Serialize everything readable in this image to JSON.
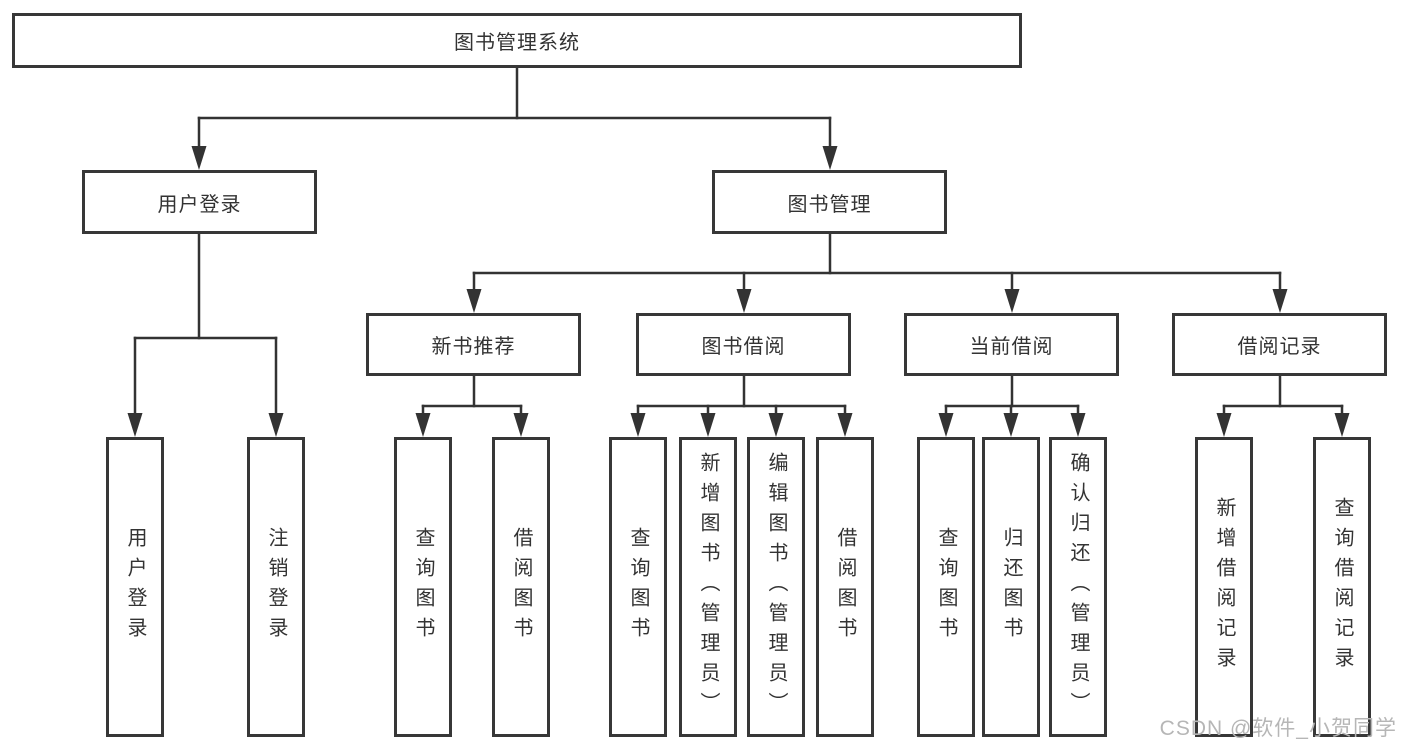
{
  "colors": {
    "background": "#ffffff",
    "box_fill": "#ffffff",
    "box_border": "#373737",
    "connector_line": "#333333",
    "text": "#333333",
    "watermark_text": "#b6b6b6"
  },
  "watermark": "CSDN @软件_小贺同学",
  "tree": {
    "root": {
      "label": "图书管理系统"
    },
    "children": [
      {
        "label": "用户登录",
        "children": [
          {
            "label": "用户登录"
          },
          {
            "label": "注销登录"
          }
        ]
      },
      {
        "label": "图书管理",
        "children": [
          {
            "label": "新书推荐",
            "children": [
              {
                "label": "查询图书"
              },
              {
                "label": "借阅图书"
              }
            ]
          },
          {
            "label": "图书借阅",
            "children": [
              {
                "label": "查询图书"
              },
              {
                "label": "新增图书（管理员）"
              },
              {
                "label": "编辑图书（管理员）"
              },
              {
                "label": "借阅图书"
              }
            ]
          },
          {
            "label": "当前借阅",
            "children": [
              {
                "label": "查询图书"
              },
              {
                "label": "归还图书"
              },
              {
                "label": "确认归还（管理员）"
              }
            ]
          },
          {
            "label": "借阅记录",
            "children": [
              {
                "label": "新增借阅记录"
              },
              {
                "label": "查询借阅记录"
              }
            ]
          }
        ]
      }
    ]
  }
}
